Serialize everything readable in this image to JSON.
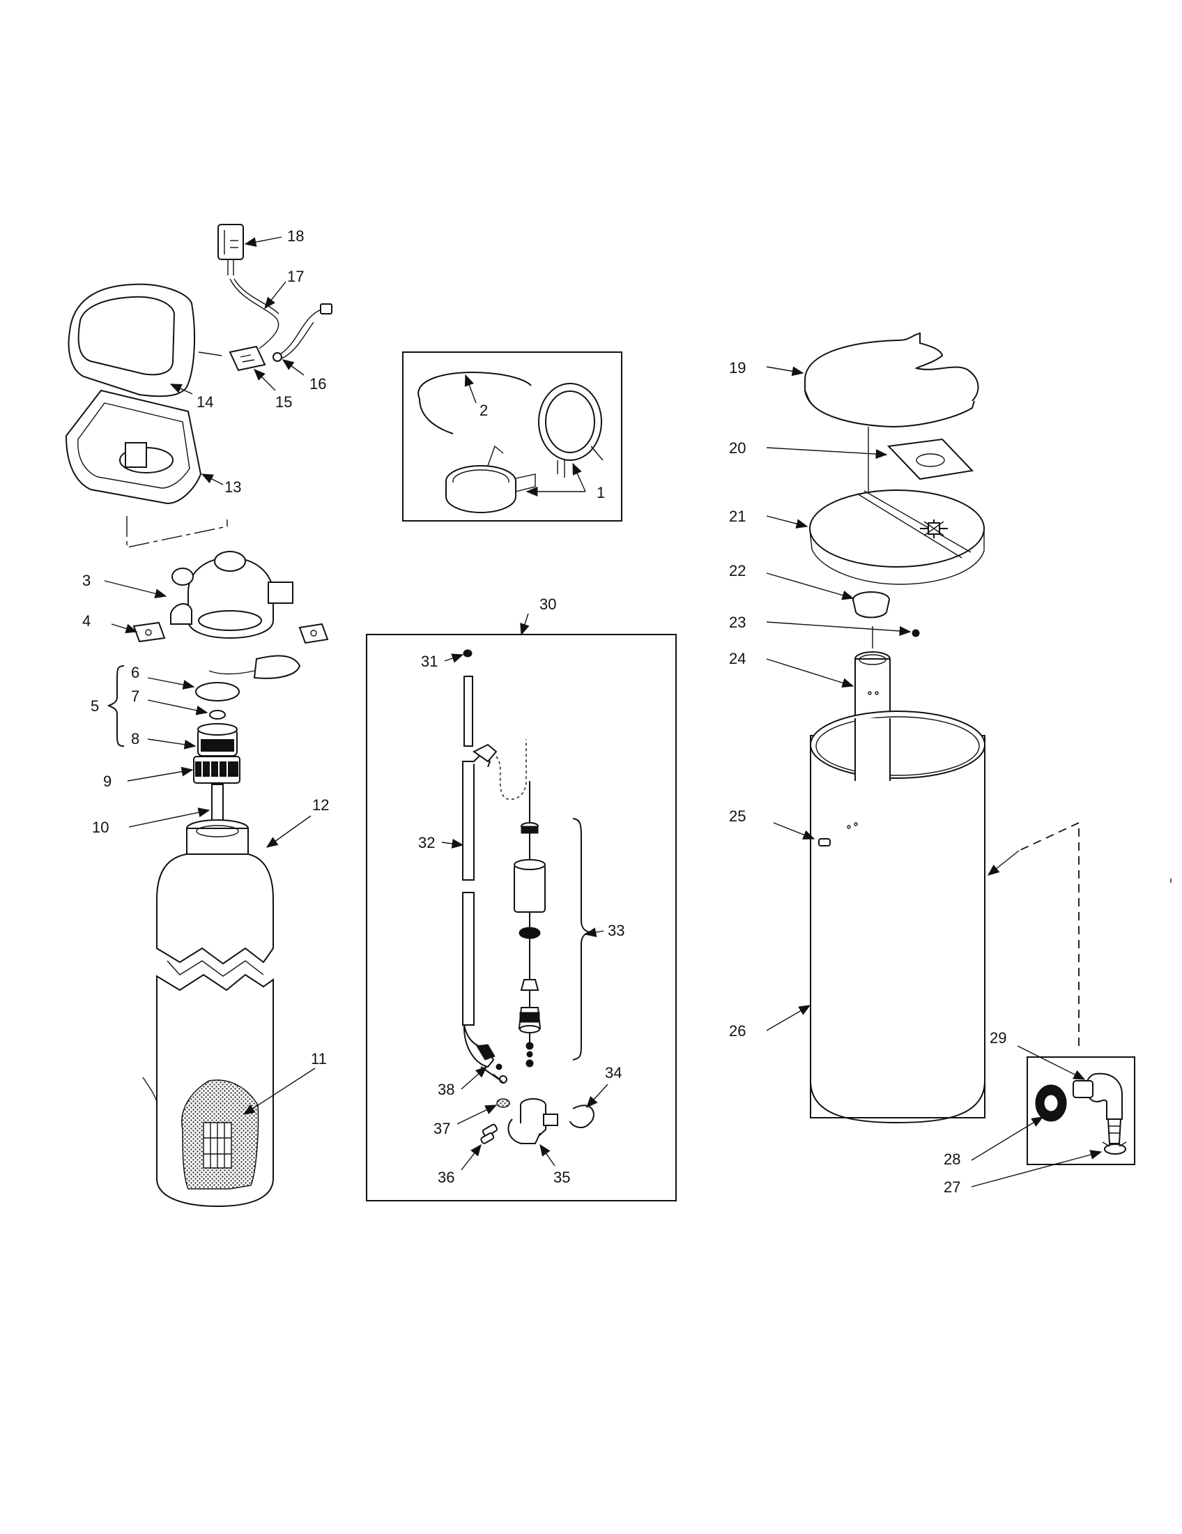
{
  "diagram": {
    "callouts": {
      "c1": "1",
      "c2": "2",
      "c3": "3",
      "c4": "4",
      "c5": "5",
      "c6": "6",
      "c7": "7",
      "c8": "8",
      "c9": "9",
      "c10": "10",
      "c11": "11",
      "c12": "12",
      "c13": "13",
      "c14": "14",
      "c15": "15",
      "c16": "16",
      "c17": "17",
      "c18": "18",
      "c19": "19",
      "c20": "20",
      "c21": "21",
      "c22": "22",
      "c23": "23",
      "c24": "24",
      "c25": "25",
      "c26": "26",
      "c27": "27",
      "c28": "28",
      "c29": "29",
      "c30": "30",
      "c31": "31",
      "c32": "32",
      "c33": "33",
      "c34": "34",
      "c35": "35",
      "c36": "36",
      "c37": "37",
      "c38": "38"
    }
  }
}
